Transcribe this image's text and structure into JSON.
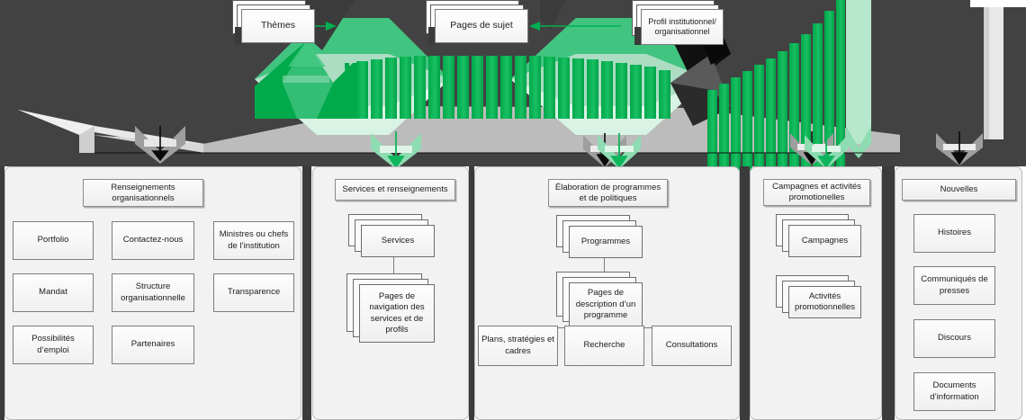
{
  "colors": {
    "dark_band": "#424242",
    "green_bright": "#00b050",
    "green_mid": "#3cc27d",
    "green_light": "#b7e8cd",
    "green_pale": "#e2f6ea",
    "gray_mid": "#bcbcbc",
    "gray_light": "#e8e8e8",
    "black_wedge": "#0d0d0d",
    "box_border": "#7c7c7c",
    "panel_bg": "#f2f2f2"
  },
  "top_nodes": [
    {
      "label": "Thèmes",
      "name": "themes"
    },
    {
      "label": "Pages de sujet",
      "name": "pages-de-sujet"
    },
    {
      "label": "Profil institutionnel/ organisationnel",
      "name": "profil-institutionnel-organisationnel"
    }
  ],
  "panels": [
    {
      "name": "renseignements-organisationnels",
      "header": "Renseignements organisationnels",
      "nodes": [
        {
          "label": "Portfolio",
          "name": "portfolio"
        },
        {
          "label": "Contactez-nous",
          "name": "contactez-nous"
        },
        {
          "label": "Ministres ou chefs de l’institution",
          "name": "ministres-ou-chefs-de-l-institution"
        },
        {
          "label": "Mandat",
          "name": "mandat"
        },
        {
          "label": "Structure organisationnelle",
          "name": "structure-organisationnelle"
        },
        {
          "label": "Transparence",
          "name": "transparence"
        },
        {
          "label": "Possibilités d’emploi",
          "name": "possibilites-d-emploi"
        },
        {
          "label": "Partenaires",
          "name": "partenaires"
        }
      ]
    },
    {
      "name": "services-et-renseignements",
      "header": "Services et renseignements",
      "nodes": [
        {
          "label": "Services",
          "name": "services"
        },
        {
          "label": "Pages de navigation des services et de profils",
          "name": "pages-de-navigation-des-services-et-de-profils"
        }
      ]
    },
    {
      "name": "elaboration-de-programmes-et-de-politiques",
      "header": "Élaboration de programmes et de politiques",
      "nodes": [
        {
          "label": "Programmes",
          "name": "programmes"
        },
        {
          "label": "Pages de description d’un programme",
          "name": "pages-de-description-d-un-programme"
        },
        {
          "label": "Plans, stratégies et cadres",
          "name": "plans-strategies-et-cadres"
        },
        {
          "label": "Recherche",
          "name": "recherche"
        },
        {
          "label": "Consultations",
          "name": "consultations"
        }
      ]
    },
    {
      "name": "campagnes-et-activites-promotionelles",
      "header": "Campagnes et activités promotionelles",
      "nodes": [
        {
          "label": "Campagnes",
          "name": "campagnes"
        },
        {
          "label": "Activités promotionnelles",
          "name": "activites-promotionnelles"
        }
      ]
    },
    {
      "name": "nouvelles",
      "header": "Nouvelles",
      "nodes": [
        {
          "label": "Histoires",
          "name": "histoires"
        },
        {
          "label": "Communiqués de presses",
          "name": "communiques-de-presses"
        },
        {
          "label": "Discours",
          "name": "discours"
        },
        {
          "label": "Documents d’information",
          "name": "documents-d-information"
        }
      ]
    }
  ]
}
